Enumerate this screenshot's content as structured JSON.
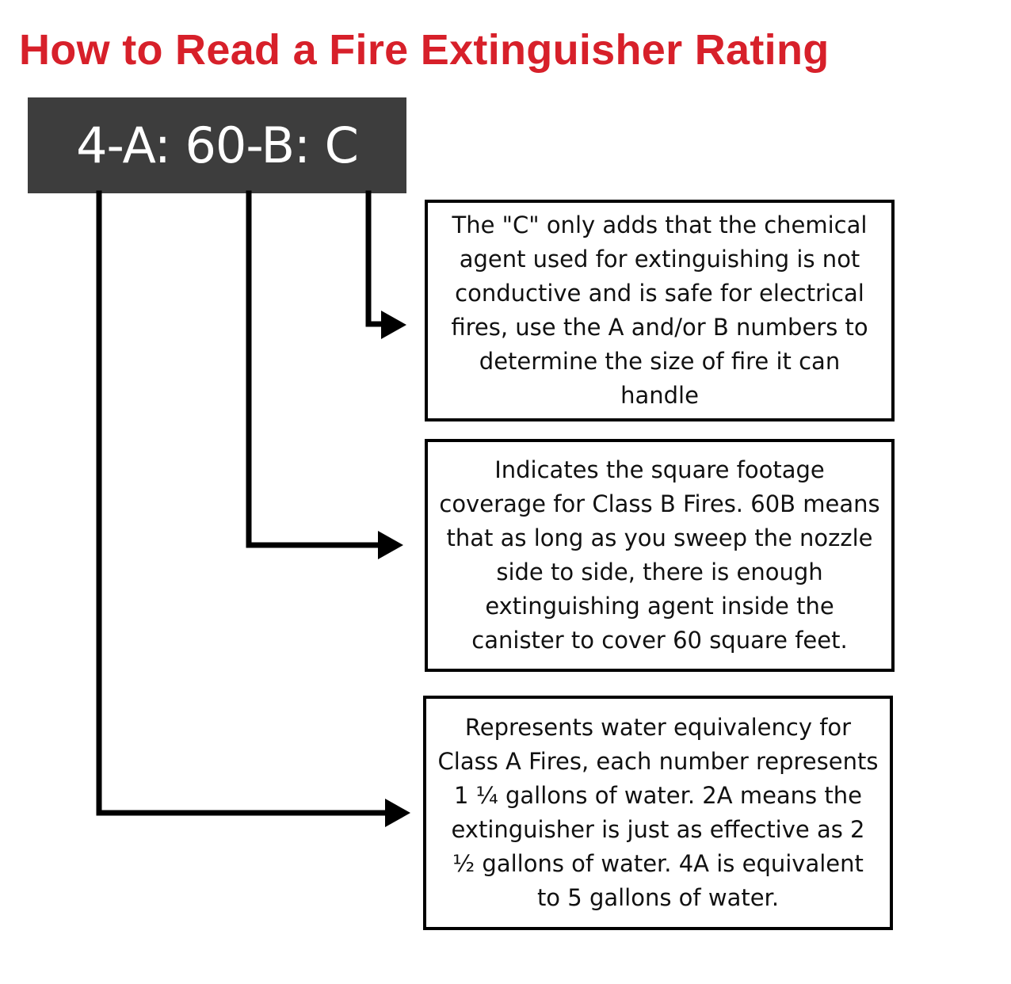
{
  "title": "How to Read a Fire Extinguisher Rating",
  "rating_label": "4-A: 60-B: C",
  "explanations": {
    "c_rating": "The \"C\" only adds that the chemical agent used for extinguishing is not conductive and is safe for electrical fires, use the A and/or B numbers to determine the size of fire it can handle",
    "b_rating": "Indicates the square footage coverage for Class B Fires. 60B means that as long as you sweep the nozzle side to side, there is enough extinguishing agent inside the canister to cover 60 square feet.",
    "a_rating": "Represents water equivalency for Class A Fires, each number represents 1 ¼ gallons of water. 2A means the extinguisher is just as effective as 2 ½ gallons of water. 4A is equivalent to 5 gallons of water."
  },
  "colors": {
    "title": "#d7202a",
    "rating_box_bg": "#3d3d3d",
    "rating_text": "#ffffff",
    "lines": "#000000"
  }
}
